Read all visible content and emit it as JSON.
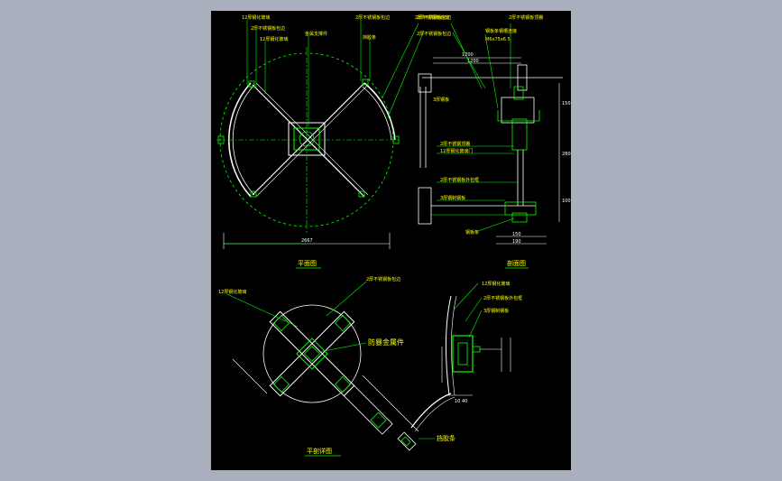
{
  "colors": {
    "background": "#a9afbd",
    "sheet": "#000000",
    "line_white": "#ffffff",
    "line_green": "#00ff00",
    "text_yellow": "#ffff00",
    "text_green": "#00ff00"
  },
  "plan": {
    "title": "平面图",
    "labels": [
      "12厚钢化玻璃",
      "2厚不锈钢板包边",
      "12厚钢化玻璃",
      "金属支撑件",
      "2厚不锈钢板包边",
      "2厚不锈钢板面饰"
    ],
    "label_right": "挡胶条",
    "dim_total": "2667"
  },
  "section": {
    "title": "剖面图",
    "labels": [
      "2厚不锈钢板包边",
      "2厚不锈钢板包边",
      "2厚不锈钢板顶棚",
      "钢板条钢槽连接"
    ],
    "label_spec": "M6x75x6.5",
    "dims": {
      "top": "1200",
      "top2": "1200",
      "right1": "150",
      "right2": "2800",
      "right3": "100",
      "bottom1": "150",
      "bottom2": "190"
    },
    "notes": [
      "2厚不锈钢顶棚",
      "12厚钢化玻璃门",
      "2厚不锈钢板外包框",
      "3厚钢制钢板",
      "3厚钢板",
      "钢板条"
    ]
  },
  "detail": {
    "title": "平剖详图",
    "labels": [
      "12厚钢化玻璃",
      "2厚不锈钢板包边"
    ],
    "callout": "防暴金属件",
    "bottom_label": "挡胶条"
  },
  "side": {
    "labels": [
      "12厚钢化玻璃",
      "2厚不锈钢板外包框",
      "3厚钢制钢板"
    ],
    "dims": {
      "d1": "10",
      "d2": "40"
    }
  }
}
